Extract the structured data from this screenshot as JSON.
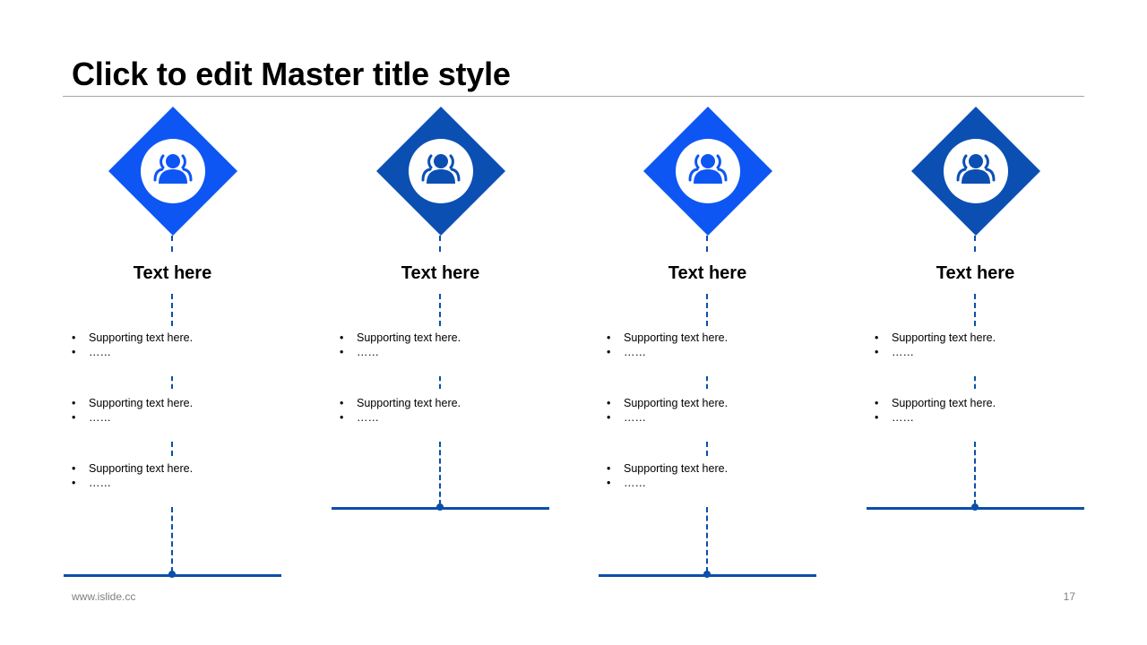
{
  "slide": {
    "title": "Click to edit Master title style",
    "footer_url": "www.islide.cc",
    "page_number": "17"
  },
  "colors": {
    "bright_blue": "#0e56f3",
    "dark_blue": "#0b4fb3",
    "line_blue": "#0b4fa8"
  },
  "columns": [
    {
      "heading": "Text here",
      "icon": "users-icon",
      "groups": [
        [
          "Supporting text here.",
          "……"
        ],
        [
          "Supporting text here.",
          "……"
        ],
        [
          "Supporting text here.",
          "……"
        ]
      ]
    },
    {
      "heading": "Text here",
      "icon": "users-icon",
      "groups": [
        [
          "Supporting text here.",
          "……"
        ],
        [
          "Supporting text here.",
          "……"
        ]
      ]
    },
    {
      "heading": "Text here",
      "icon": "users-icon",
      "groups": [
        [
          "Supporting text here.",
          "……"
        ],
        [
          "Supporting text here.",
          "……"
        ],
        [
          "Supporting text here.",
          "……"
        ]
      ]
    },
    {
      "heading": "Text here",
      "icon": "users-icon",
      "groups": [
        [
          "Supporting text here.",
          "……"
        ],
        [
          "Supporting text here.",
          "……"
        ]
      ]
    }
  ]
}
